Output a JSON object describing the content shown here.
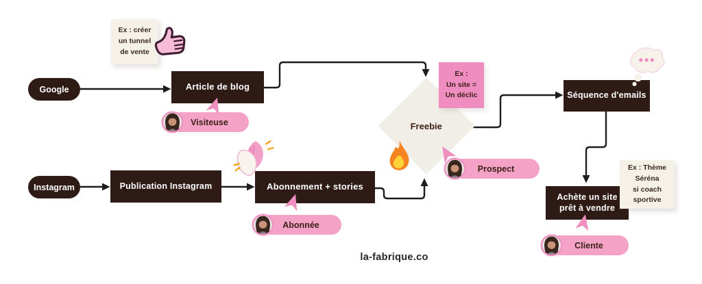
{
  "brand": {
    "label": "la-fabrique.co"
  },
  "flow": {
    "sources": {
      "google": "Google",
      "instagram": "Instagram"
    },
    "steps": {
      "blog": "Article de blog",
      "publication": "Publication Instagram",
      "abonnement": "Abonnement + stories",
      "freebie": "Freebie",
      "sequence": "Séquence d'emails",
      "achete": {
        "line1": "Achète un site",
        "line2": "prêt à vendre"
      }
    }
  },
  "personas": {
    "visiteuse": "Visiteuse",
    "abonnee": "Abonnée",
    "prospect": "Prospect",
    "cliente": "Cliente"
  },
  "notes": {
    "tunnel": {
      "lines": [
        "Ex : créer",
        "un tunnel",
        "de vente"
      ]
    },
    "declic": {
      "lines": [
        "Ex :",
        "Un site =",
        "Un déclic"
      ]
    },
    "serena": {
      "lines": [
        "Ex : Thème",
        "Séréna",
        "si coach",
        "sportive"
      ]
    }
  },
  "icons": {
    "thumbs_up": "thumbs-up-sticker",
    "clap": "clapping-hands-sticker",
    "fire": "fire-sticker",
    "thought": "thought-bubble-sticker",
    "cursor": "pink-cursor-arrow",
    "avatar": "woman-avatar"
  },
  "colors": {
    "dark": "#2f1b16",
    "pill_pink": "#f4a3c7",
    "sticky_pink": "#ef8cc0",
    "cream": "#f5f1e9",
    "diamond": "#f1eee7",
    "arrow": "#1d1d1d",
    "text_on_pink": "#3d2117"
  }
}
